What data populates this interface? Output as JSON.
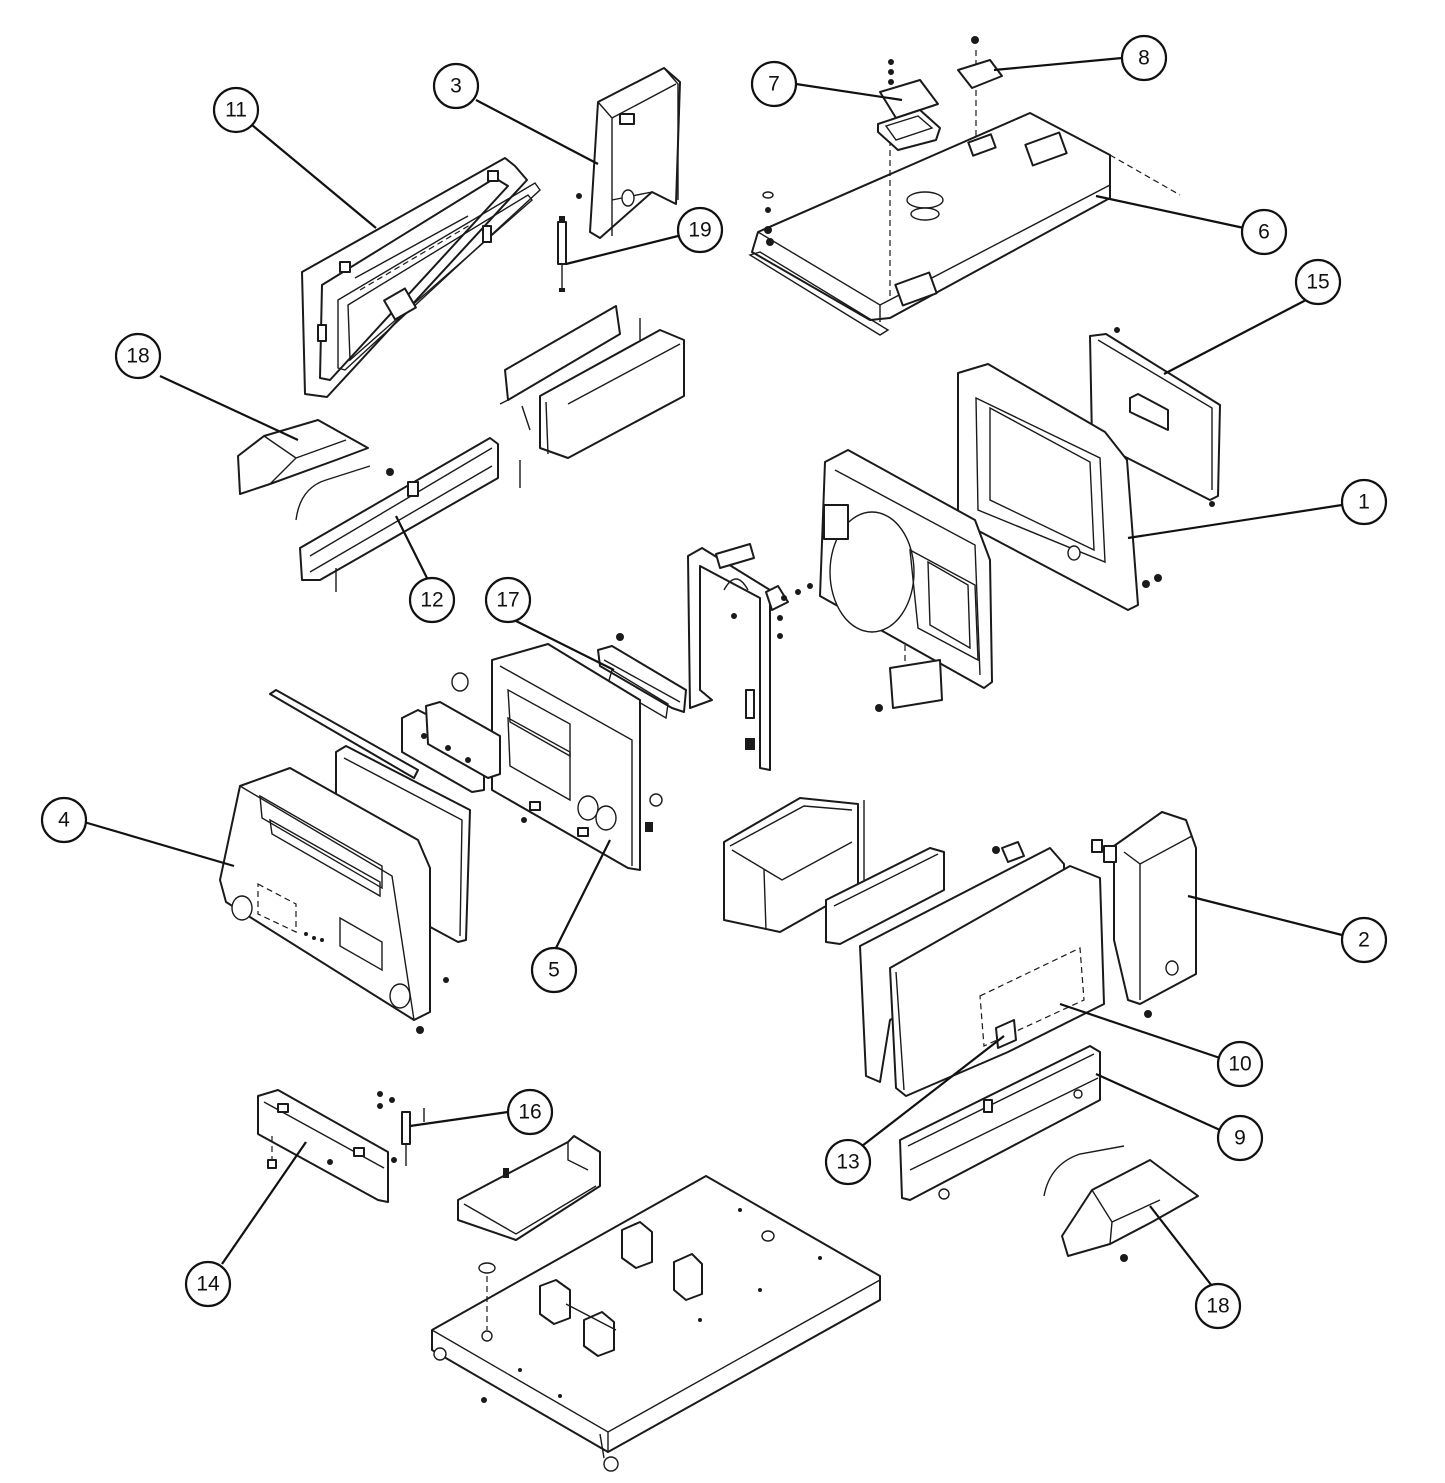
{
  "callouts": [
    {
      "id": "c1",
      "label": "1"
    },
    {
      "id": "c2",
      "label": "2"
    },
    {
      "id": "c3",
      "label": "3"
    },
    {
      "id": "c4",
      "label": "4"
    },
    {
      "id": "c5",
      "label": "5"
    },
    {
      "id": "c6",
      "label": "6"
    },
    {
      "id": "c7",
      "label": "7"
    },
    {
      "id": "c8",
      "label": "8"
    },
    {
      "id": "c9",
      "label": "9"
    },
    {
      "id": "c10",
      "label": "10"
    },
    {
      "id": "c11",
      "label": "11"
    },
    {
      "id": "c12",
      "label": "12"
    },
    {
      "id": "c13",
      "label": "13"
    },
    {
      "id": "c14",
      "label": "14"
    },
    {
      "id": "c15",
      "label": "15"
    },
    {
      "id": "c16",
      "label": "16"
    },
    {
      "id": "c17",
      "label": "17"
    },
    {
      "id": "c18a",
      "label": "18"
    },
    {
      "id": "c18b",
      "label": "18"
    },
    {
      "id": "c19",
      "label": "19"
    }
  ]
}
